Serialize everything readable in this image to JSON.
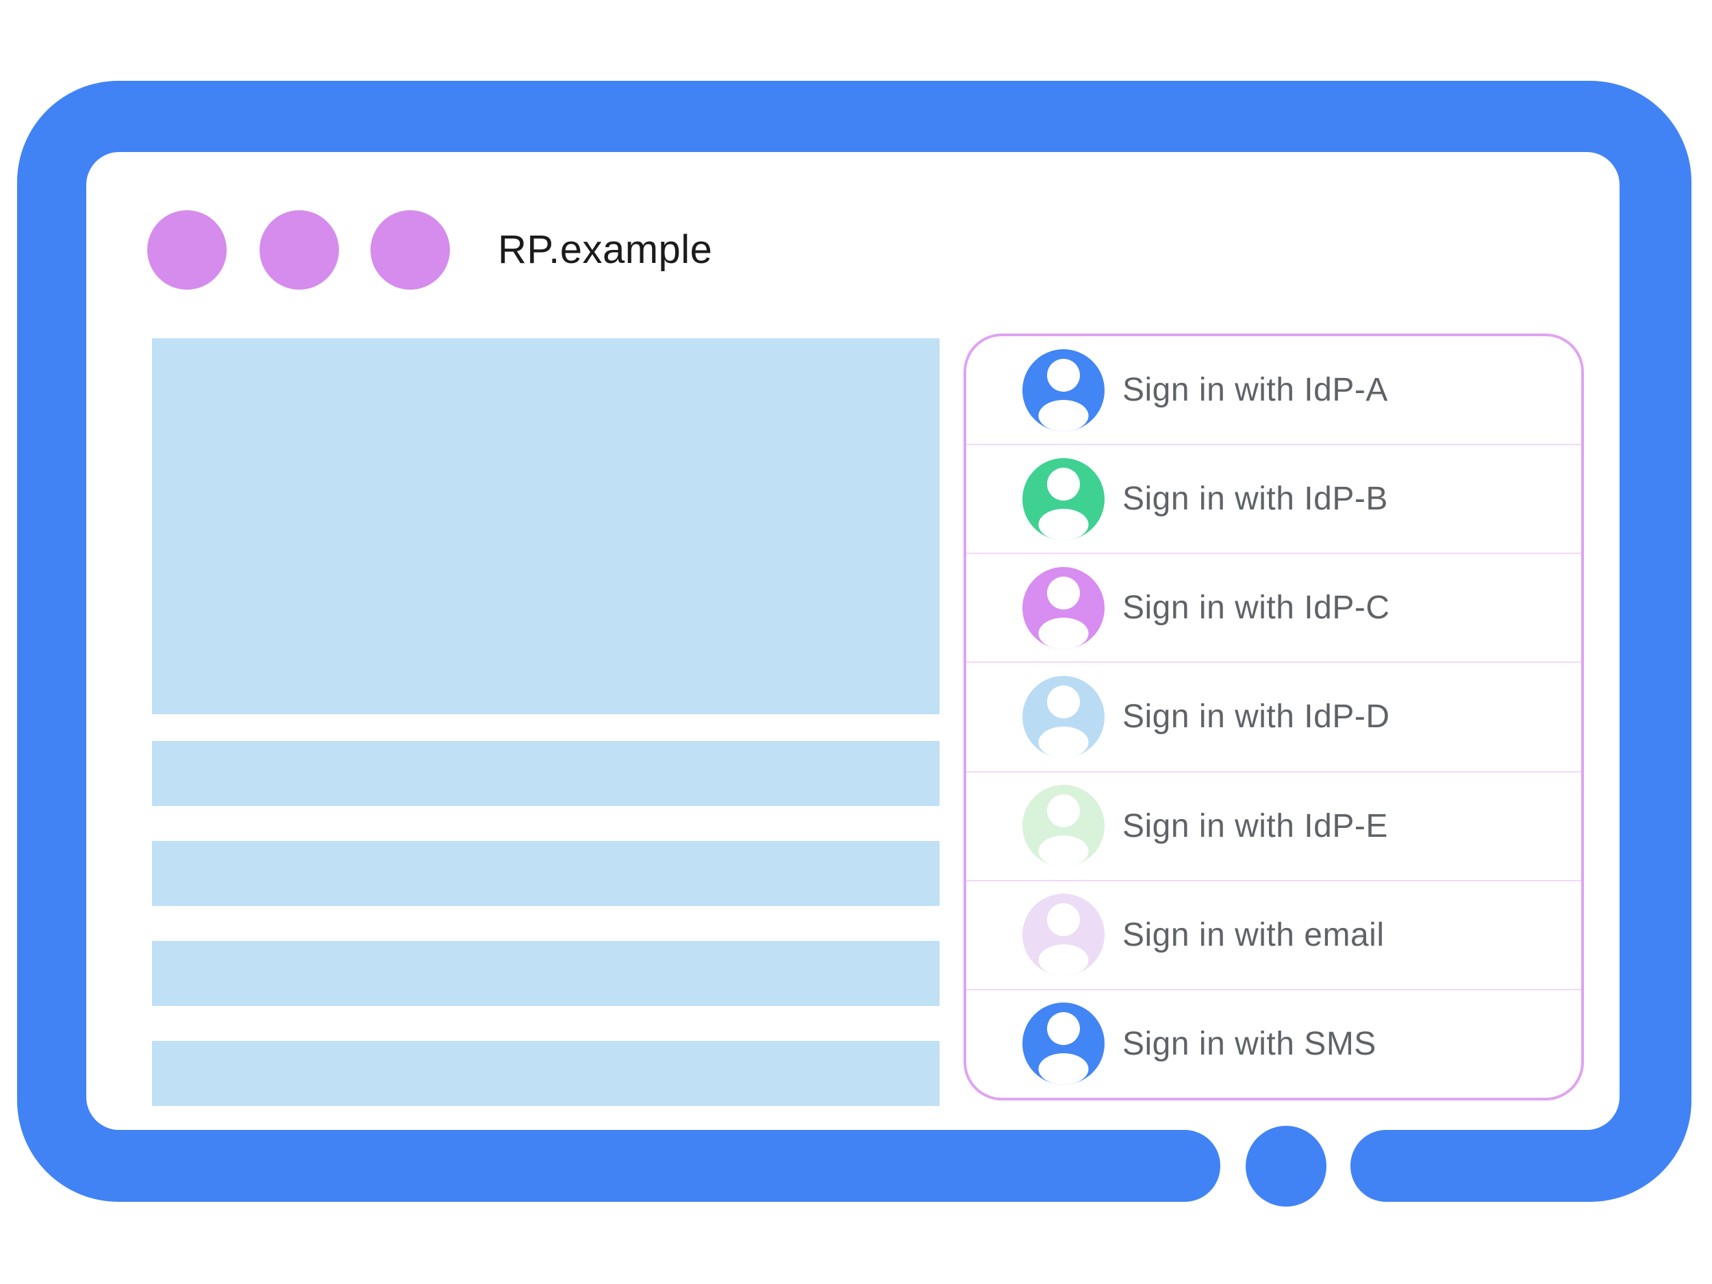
{
  "window": {
    "title": "RP.example"
  },
  "colors": {
    "frame": "#4183f5",
    "window_dot": "#d58ced",
    "placeholder": "#bfe0f5",
    "panel_border": "#dfa3f3",
    "panel_divider": "#f3d7fb",
    "label_text": "#5f6368",
    "title_text": "#1b1b1b",
    "home_button": "#4183f5"
  },
  "signin": {
    "items": [
      {
        "label": "Sign in with IdP-A",
        "avatar_color": "#4285f4"
      },
      {
        "label": "Sign in with IdP-B",
        "avatar_color": "#3ed192"
      },
      {
        "label": "Sign in with IdP-C",
        "avatar_color": "#d88df1"
      },
      {
        "label": "Sign in with IdP-D",
        "avatar_color": "#b9dcf4"
      },
      {
        "label": "Sign in with IdP-E",
        "avatar_color": "#d9f2da"
      },
      {
        "label": "Sign in with email",
        "avatar_color": "#eddcf6"
      },
      {
        "label": "Sign in with SMS",
        "avatar_color": "#4285f4"
      }
    ]
  }
}
